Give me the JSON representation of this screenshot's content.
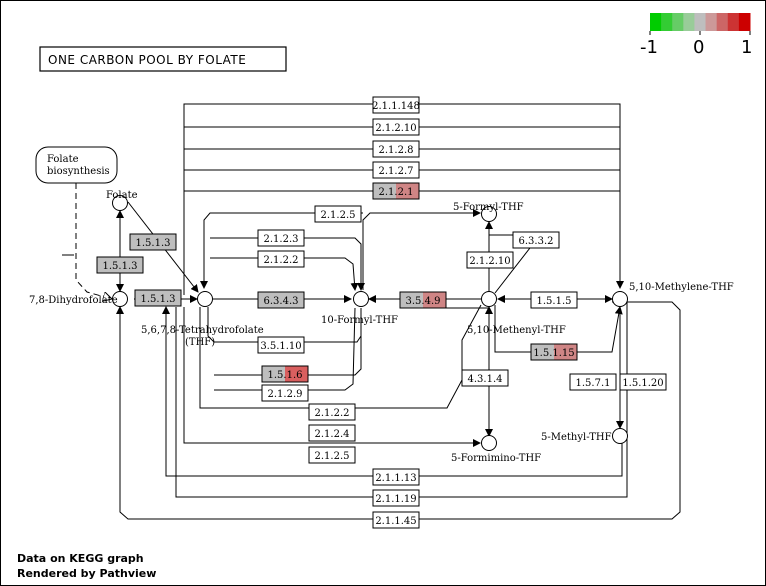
{
  "title": "ONE CARBON POOL BY FOLATE",
  "credits": [
    "Data on KEGG graph",
    "Rendered by Pathview"
  ],
  "scale": {
    "labels": [
      "-1",
      "0",
      "1"
    ],
    "colors": [
      "#00cc00",
      "#33cc33",
      "#66cc66",
      "#99cc99",
      "#bebebe",
      "#cc9999",
      "#cc6666",
      "#cc3333",
      "#cc0000"
    ]
  },
  "map_link": {
    "label": "Folate biosynthesis"
  },
  "compounds": {
    "folate": "Folate",
    "dihydrofolate": "7,8-Dihydrofolate",
    "thf": "5,6,7,8-Tetrahydrofolate",
    "thf_abbr": "(THF)",
    "formyl10": "10-Formyl-THF",
    "formyl5": "5-Formyl-THF",
    "methenyl": "5,10-Methenyl-THF",
    "methylene": "5,10-Methylene-THF",
    "methyl5": "5-Methyl-THF",
    "formimino": "5-Formimino-THF"
  },
  "enzymes": {
    "e_2_1_1_148": "2.1.1.148",
    "e_2_1_2_10_top": "2.1.2.10",
    "e_2_1_2_8": "2.1.2.8",
    "e_2_1_2_7": "2.1.2.7",
    "e_2_1_2_1": "2.1.2.1",
    "e_2_1_2_5_top": "2.1.2.5",
    "e_1_5_1_3_a": "1.5.1.3",
    "e_1_5_1_3_b": "1.5.1.3",
    "e_1_5_1_3_c": "1.5.1.3",
    "e_2_1_2_3": "2.1.2.3",
    "e_2_1_2_2_a": "2.1.2.2",
    "e_6_3_3_2": "6.3.3.2",
    "e_2_1_2_10_mid": "2.1.2.10",
    "e_6_3_4_3": "6.3.4.3",
    "e_3_5_4_9": "3.5.4.9",
    "e_1_5_1_5": "1.5.1.5",
    "e_3_5_1_10": "3.5.1.10",
    "e_1_5_1_15": "1.5.1.15",
    "e_1_5_1_6": "1.5.1.6",
    "e_4_3_1_4": "4.3.1.4",
    "e_1_5_7_1": "1.5.7.1",
    "e_1_5_1_20": "1.5.1.20",
    "e_2_1_2_9": "2.1.2.9",
    "e_2_1_2_2_b": "2.1.2.2",
    "e_2_1_2_4": "2.1.2.4",
    "e_2_1_2_5_bot": "2.1.2.5",
    "e_2_1_1_13": "2.1.1.13",
    "e_2_1_1_19": "2.1.1.19",
    "e_2_1_1_45": "2.1.1.45"
  },
  "fill_colors": {
    "none": "#ffffff",
    "neutral": "#bebebe",
    "pink": "#cf8585",
    "red": "#d95f5f"
  }
}
